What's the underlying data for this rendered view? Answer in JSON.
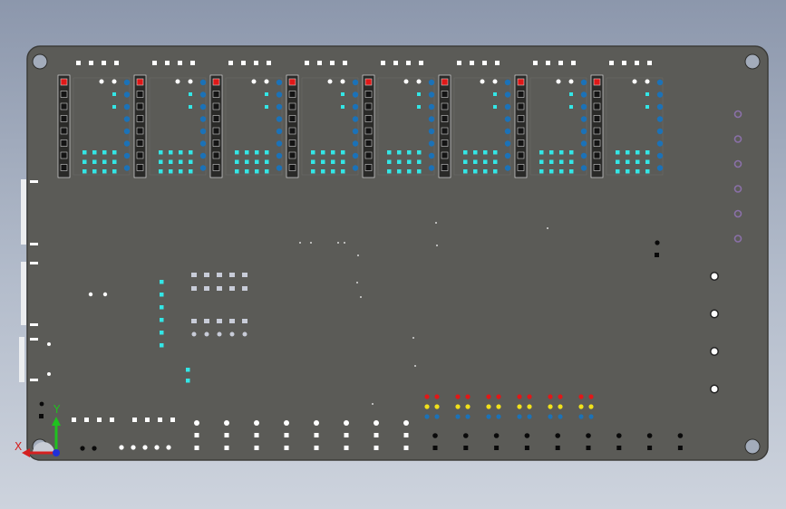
{
  "axes": {
    "x_label": "X",
    "y_label": "Y",
    "x_color": "#d42020",
    "y_color": "#1fc21f",
    "z_color": "#2030d8"
  },
  "colors": {
    "background_top": "#8c97ac",
    "background_bottom": "#cdd3dd",
    "board": "#5b5b57",
    "board_edge": "#3c3c39",
    "mount_hole": "#a3acbb",
    "pad_white": "#ffffff",
    "pad_cyan": "#33e6e6",
    "pad_blue": "#1b72b8",
    "pad_red": "#e01818",
    "pad_yellow": "#f0e01a",
    "pad_black": "#0a0a0a",
    "pad_purple": "#8a70a8",
    "pad_grey": "#c8ccd8",
    "connector_body": "#eceef0",
    "header_pin": "#141414"
  },
  "board": {
    "digit_modules": 8,
    "resistor_groups": 6,
    "right_terminals": 4,
    "bottom_switch_columns": 9
  }
}
